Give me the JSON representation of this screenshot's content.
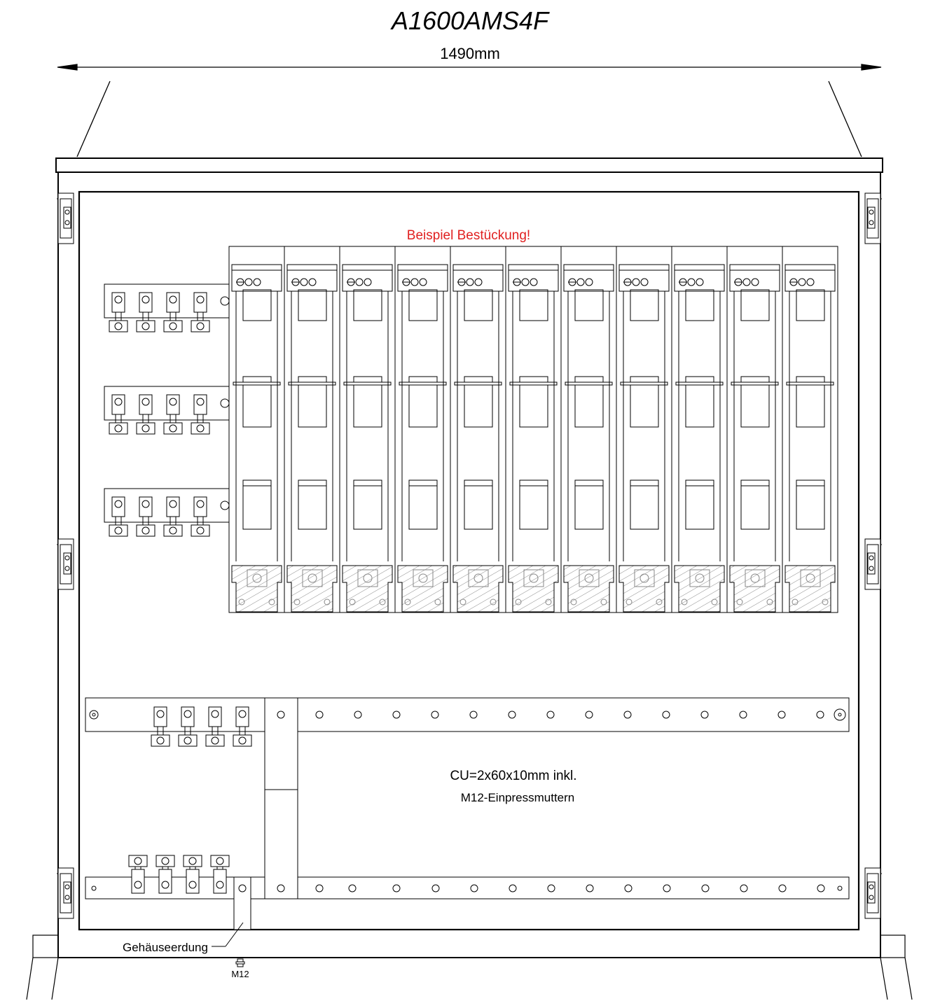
{
  "title": "A1600AMS4F",
  "dimension": {
    "width_label": "1490mm"
  },
  "note_example": "Beispiel Bestückung!",
  "busbar_note": {
    "line1": "CU=2x60x10mm inkl.",
    "line2": "M12-Einpressmuttern"
  },
  "earth_label": "Gehäuseerdung",
  "earth_bolt_label": "M12",
  "counts": {
    "fuse_switches": 11,
    "cable_clamp_rows": 3,
    "clamps_per_row": 4
  },
  "colors": {
    "line": "#000000",
    "highlight": "#e02020",
    "hatch": "#7a7a7a"
  }
}
